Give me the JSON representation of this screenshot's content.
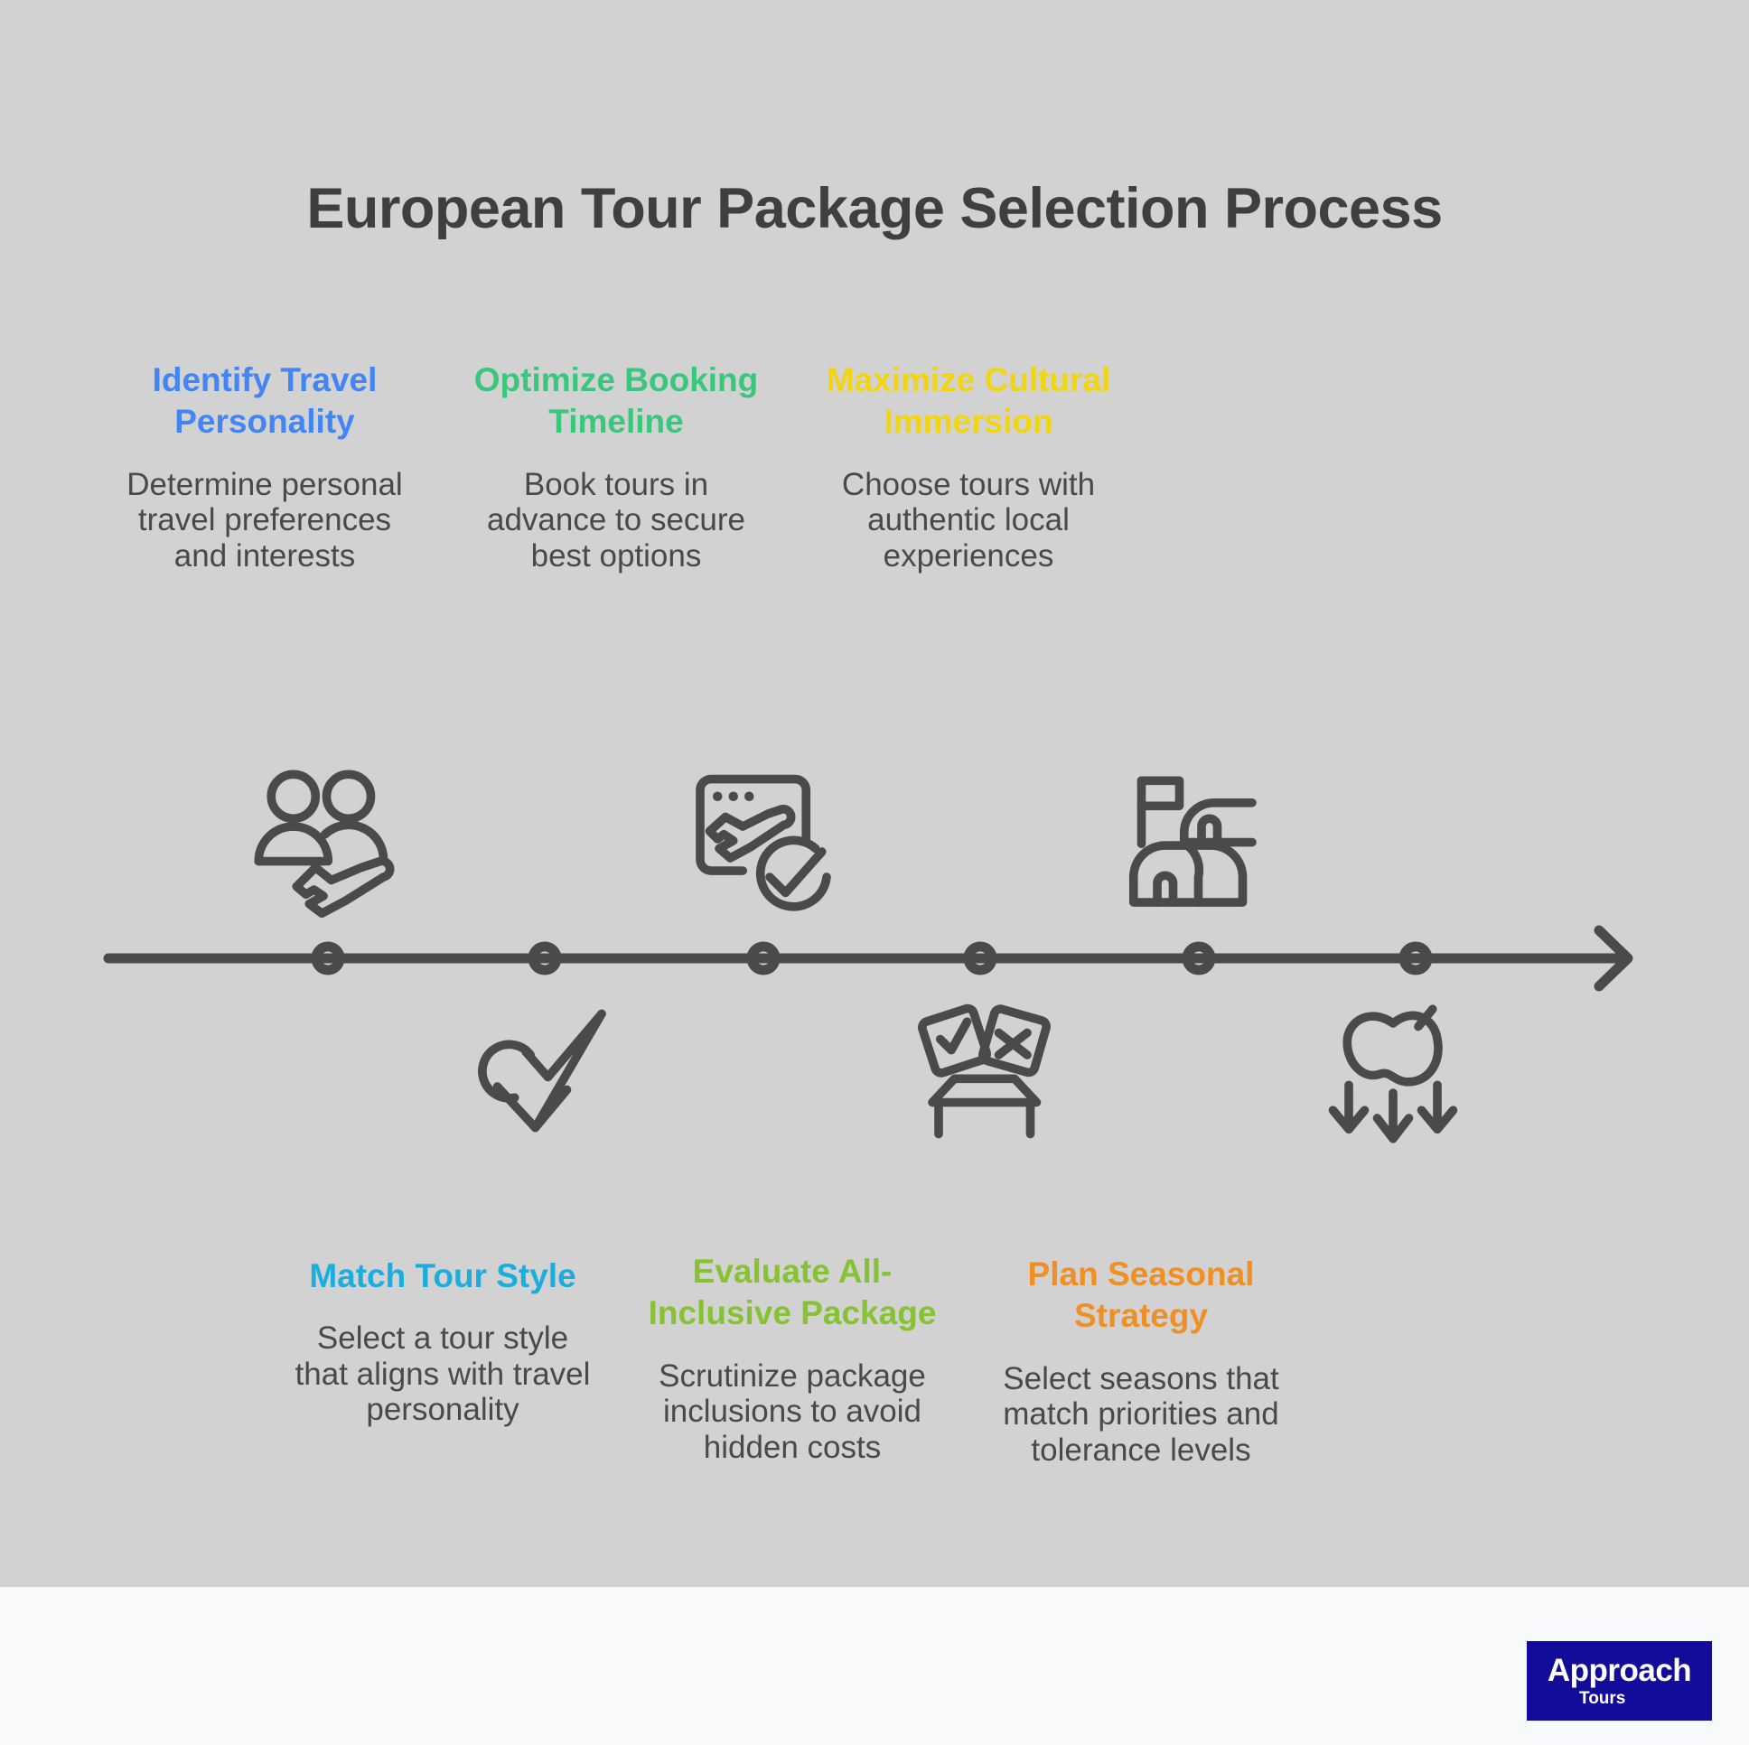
{
  "title": "European Tour Package Selection Process",
  "colors": {
    "panel_background": "#d2d2d2",
    "page_background": "#f8f9fb",
    "title_text": "#3f3f3f",
    "body_text": "#494949",
    "timeline_stroke": "#4a4a4a",
    "logo_background": "#130c9b"
  },
  "steps_top": [
    {
      "heading": "Identify Travel Personality",
      "description": "Determine personal travel preferences and interests",
      "color": "#4285f4",
      "icon": "people-travel-icon"
    },
    {
      "heading": "Optimize Booking Timeline",
      "description": "Book tours in advance to secure best options",
      "color": "#3ac77d",
      "icon": "browser-flight-check-icon"
    },
    {
      "heading": "Maximize Cultural Immersion",
      "description": "Choose tours with authentic local experiences",
      "color": "#f2d510",
      "icon": "monument-flag-icon"
    }
  ],
  "steps_bottom": [
    {
      "heading": "Match Tour Style",
      "description": "Select a tour style that aligns with travel personality",
      "color": "#1aaede",
      "icon": "double-check-badge-icon"
    },
    {
      "heading": "Evaluate All-Inclusive Package",
      "description": "Scrutinize package inclusions to avoid hidden costs",
      "color": "#86c232",
      "icon": "compare-cards-icon"
    },
    {
      "heading": "Plan Seasonal Strategy",
      "description": "Select seasons that match priorities and tolerance levels",
      "color": "#ef8f24",
      "icon": "falling-fruit-seasons-icon"
    }
  ],
  "timeline": {
    "marker_count": 6,
    "direction": "left-to-right",
    "arrow": "chevron-right-arrowhead"
  },
  "logo": {
    "name": "Approach",
    "sub": "Tours"
  }
}
